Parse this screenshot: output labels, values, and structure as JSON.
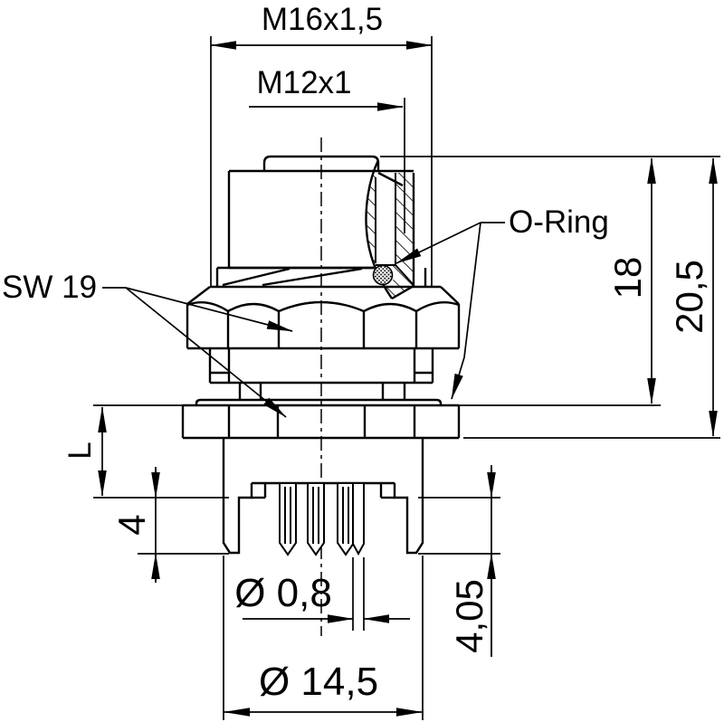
{
  "drawing": {
    "background": "#ffffff",
    "line_color": "#000000",
    "dimensions": {
      "outer_thread": "M16x1,5",
      "inner_thread": "M12x1",
      "o_ring": "O-Ring",
      "wrench_size": "SW 19",
      "body_height": "18",
      "total_height": "20,5",
      "panel_gap": "L",
      "pin_length": "4",
      "pin_length_precise": "4,05",
      "pin_diameter": "Ø 0,8",
      "skirt_diameter": "Ø 14,5"
    }
  }
}
